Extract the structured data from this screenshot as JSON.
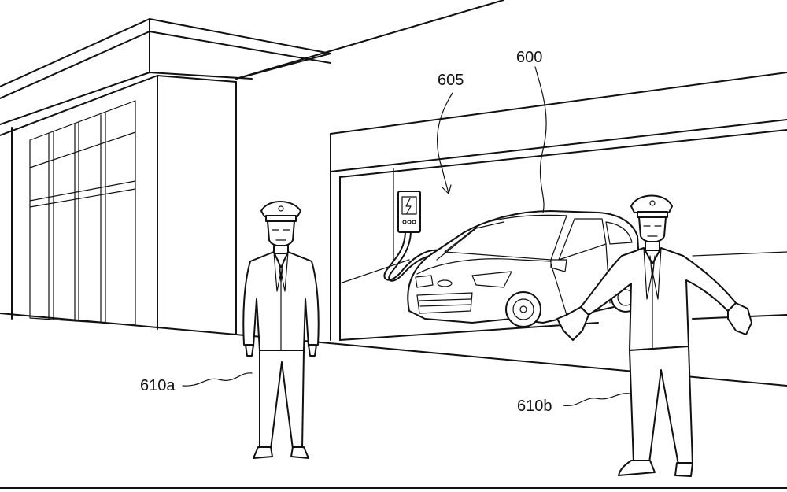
{
  "figure": {
    "labels": {
      "car": "600",
      "charger": "605",
      "attendant_left": "610a",
      "attendant_right": "610b"
    }
  },
  "colors": {
    "stroke": "#111111",
    "background": "#ffffff"
  }
}
